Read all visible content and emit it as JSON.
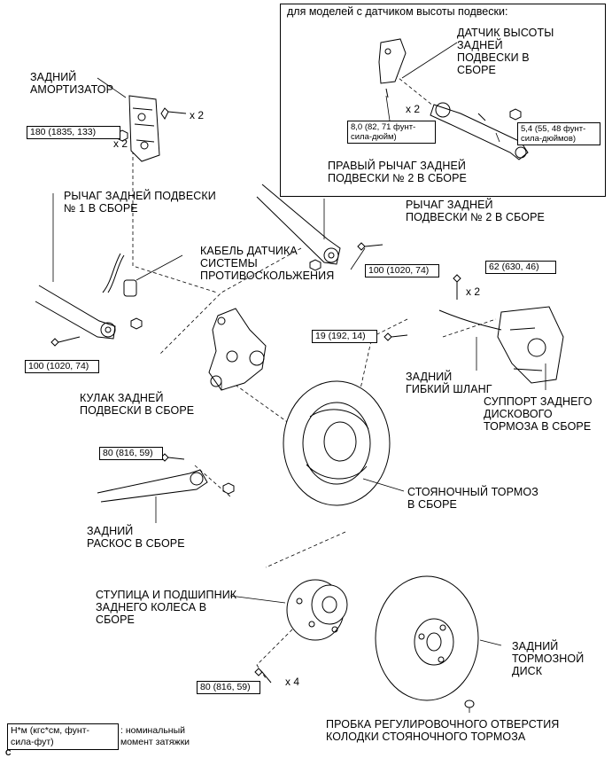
{
  "inset": {
    "title": "для моделей с датчиком высоты подвески:",
    "sensor_label": "ДАТЧИК ВЫСОТЫ\nЗАДНЕЙ\nПОДВЕСКИ В\nСБОРЕ",
    "sensor_mult": "x 2",
    "sensor_torque": "8,0 (82, 71 фунт-\nсила-дюйм)",
    "rod_torque": "5,4 (55, 48 фунт-\nсила-дюймов)",
    "arm_label": "ПРАВЫЙ РЫЧАГ ЗАДНЕЙ\nПОДВЕСКИ № 2 В СБОРЕ"
  },
  "labels": {
    "shock_absorber": "ЗАДНИЙ\nАМОРТИЗАТОР",
    "arm_no1": "РЫЧАГ ЗАДНЕЙ ПОДВЕСКИ\n№ 1 В СБОРЕ",
    "arm_no2": "РЫЧАГ ЗАДНЕЙ\nПОДВЕСКИ № 2 В СБОРЕ",
    "skid_cable": "КАБЕЛЬ ДАТЧИКА\nСИСТЕМЫ\nПРОТИВОСКОЛЬЖЕНИЯ",
    "knuckle": "КУЛАК ЗАДНЕЙ\nПОДВЕСКИ В СБОРЕ",
    "flex_hose": "ЗАДНИЙ\nГИБКИЙ ШЛАНГ",
    "caliper": "СУППОРТ ЗАДНЕГО\nДИСКОВОГО\nТОРМОЗА В СБОРЕ",
    "parking_brake": "СТОЯНОЧНЫЙ ТОРМОЗ\nВ СБОРЕ",
    "strut_rod": "ЗАДНИЙ\nРАСКОС В СБОРЕ",
    "hub_bearing": "СТУПИЦА И ПОДШИПНИК\nЗАДНЕГО КОЛЕСА В\nСБОРЕ",
    "disc": "ЗАДНИЙ\nТОРМОЗНОЙ\nДИСК",
    "hole_plug": "ПРОБКА РЕГУЛИРОВОЧНОГО ОТВЕРСТИЯ\nКОЛОДКИ СТОЯНОЧНОГО ТОРМОЗА"
  },
  "torques": {
    "shock": "180 (1835, 133)",
    "arm2": "100 (1020, 74)",
    "caliper": "62 (630, 46)",
    "hose": "19 (192, 14)",
    "arm1": "100 (1020, 74)",
    "strut": "80 (816, 59)",
    "hub": "80 (816, 59)"
  },
  "multipliers": {
    "shock_bolts": "x 2",
    "shock_nuts": "x 2",
    "caliper_bolts": "x 2",
    "hub_bolts": "x 4"
  },
  "legend": {
    "box": "Н*м (кгс*см, фунт-\nсила-фут)",
    "text": ": номинальный\nмомент затяжки"
  },
  "corner_mark": "C"
}
